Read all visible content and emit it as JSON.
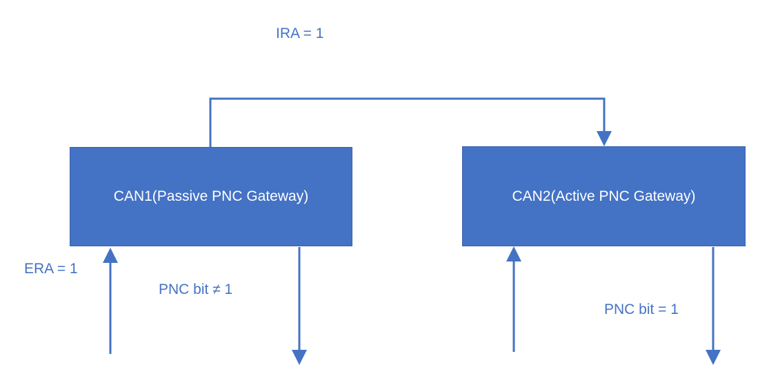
{
  "colors": {
    "box_fill": "#4472C4",
    "line": "#4472C4",
    "text": "#4472C4",
    "box_text": "#FFFFFF"
  },
  "nodes": {
    "can1": {
      "label": "CAN1(Passive PNC Gateway)"
    },
    "can2": {
      "label": "CAN2(Active PNC Gateway)"
    }
  },
  "labels": {
    "ira": "IRA = 1",
    "era": "ERA = 1",
    "pnc_not_equal": "PNC bit ≠ 1",
    "pnc_equal": "PNC bit = 1"
  },
  "edges": [
    {
      "from": "can1",
      "to": "can2",
      "label": "IRA = 1"
    },
    {
      "from": "external",
      "to": "can1",
      "label": "ERA = 1"
    },
    {
      "from": "can1",
      "to": "external",
      "label": "PNC bit ≠ 1"
    },
    {
      "from": "external",
      "to": "can2",
      "label": ""
    },
    {
      "from": "can2",
      "to": "external",
      "label": "PNC bit = 1"
    }
  ]
}
